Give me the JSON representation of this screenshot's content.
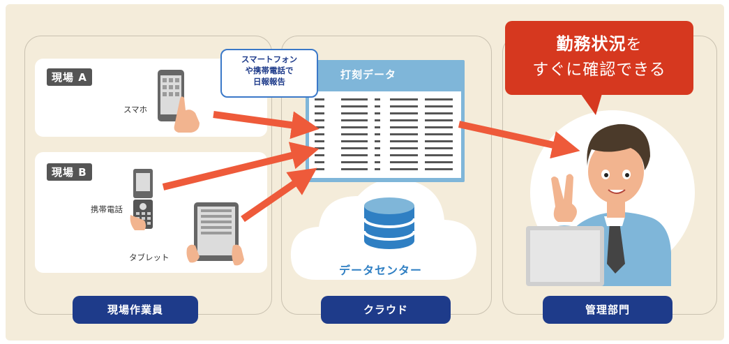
{
  "sites": [
    {
      "tag": "現場 A",
      "devices": [
        {
          "label": "スマホ",
          "icon": "smartphone-icon"
        }
      ]
    },
    {
      "tag": "現場 B",
      "devices": [
        {
          "label": "携帯電話",
          "icon": "feature-phone-icon"
        },
        {
          "label": "タブレット",
          "icon": "tablet-icon"
        }
      ]
    }
  ],
  "callout": {
    "line1": "スマートフォン",
    "line2": "や携帯電話で",
    "line3": "日報報告"
  },
  "cloud": {
    "sheet_title": "打刻データ",
    "datacenter_label": "データセンター"
  },
  "bubble": {
    "emphasis": "勤務状況",
    "particle": "を",
    "line2": "すぐに確認できる"
  },
  "bottom_labels": {
    "workers": "現場作業員",
    "cloud": "クラウド",
    "management": "管理部門"
  },
  "colors": {
    "background": "#f4ecda",
    "navy": "#1e3b8a",
    "arrow": "#ee5a3a",
    "bubble": "#d6381f",
    "accent_blue": "#2f7fc3"
  }
}
